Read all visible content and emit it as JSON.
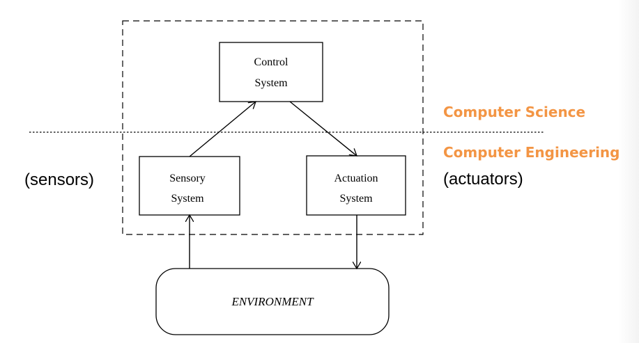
{
  "diagram": {
    "control_box": {
      "line1": "Control",
      "line2": "System"
    },
    "sensory_box": {
      "line1": "Sensory",
      "line2": "System"
    },
    "actuation_box": {
      "line1": "Actuation",
      "line2": "System"
    },
    "environment": {
      "label": "ENVIRONMENT"
    },
    "side_labels": {
      "sensors": "(sensors)",
      "actuators": "(actuators)"
    },
    "regions": {
      "upper": "Computer Science",
      "lower": "Computer Engineering",
      "accent_color": "#F39544"
    }
  }
}
